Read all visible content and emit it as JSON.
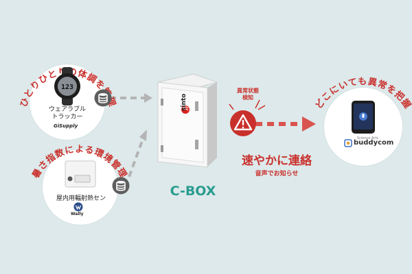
{
  "wearable": {
    "arc_title": "ひとりひとりの体調を管理",
    "device_caption_line1": "ウェアラブル",
    "device_caption_line2": "トラッカー",
    "brand": "GiSupply",
    "watch_display": "123"
  },
  "sensor": {
    "arc_title": "暑さ指数による環境管理",
    "device_caption": "屋内用輻射熱セン",
    "brand": "Wally"
  },
  "cbox": {
    "label": "C-BOX",
    "brand": "sinto"
  },
  "alert": {
    "label_line1": "異常状態",
    "label_line2": "検知"
  },
  "contact": {
    "main": "速やかに連絡",
    "sub": "音声でお知らせ"
  },
  "mobile": {
    "arc_title": "どこにいても異常を把握",
    "brand_small": "Science Arts",
    "brand": "buddycom"
  },
  "colors": {
    "accent_red": "#c9302c",
    "accent_teal": "#2a9c90",
    "background": "#dde9ea",
    "arrow_grey": "#b4b4b4"
  }
}
